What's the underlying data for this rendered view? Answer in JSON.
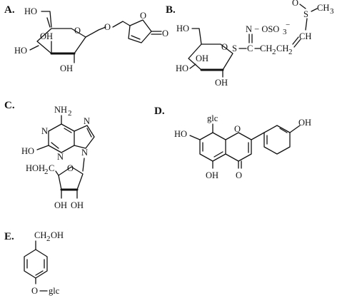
{
  "options": [
    {
      "label": "A."
    },
    {
      "label": "B."
    },
    {
      "label": "C."
    },
    {
      "label": "D."
    },
    {
      "label": "E."
    }
  ],
  "A": {
    "ho_top": "HO",
    "o_ring": "O",
    "o_link": "O",
    "oh_left": "OH",
    "ho_left": "HO",
    "oh_bottom": "OH",
    "o_lactone_ring": "O",
    "o_carbonyl": "O"
  },
  "B": {
    "ho_top": "HO",
    "o_ring": "O",
    "s_link": "S",
    "c_thio": "C",
    "imine": "N − OSO",
    "so3_sub": "3",
    "so3_sup": "−",
    "chain": "CH",
    "chain2_sub": "2",
    "chain3": "CH",
    "chain4_sub": "2",
    "ch_end": "CH",
    "ch_label": "CH",
    "s_top": "S",
    "o_sulfinyl": "O",
    "ch3": "CH",
    "ch3_sub": "3",
    "ho_left": "HO",
    "oh_mid": "OH",
    "oh_bottom": "OH"
  },
  "C": {
    "nh2": "NH",
    "nh2_sub": "2",
    "n1": "N",
    "n3": "N",
    "n7": "N",
    "n9": "N",
    "ho": "HO",
    "ho_ch2": "HOH",
    "ho_ch2_sub": "2",
    "ho_ch2_c": "C",
    "o_sugar": "O",
    "oh1": "OH",
    "oh2": "OH"
  },
  "D": {
    "glc": "glc",
    "ho_left": "HO",
    "o_ring": "O",
    "oh_right": "OH",
    "oh_bottom": "OH",
    "o_carbonyl": "O"
  },
  "E": {
    "ch2oh": "CH",
    "ch2oh_sub": "2",
    "ch2oh_oh": "OH",
    "o_link": "O",
    "glc": "glc"
  }
}
